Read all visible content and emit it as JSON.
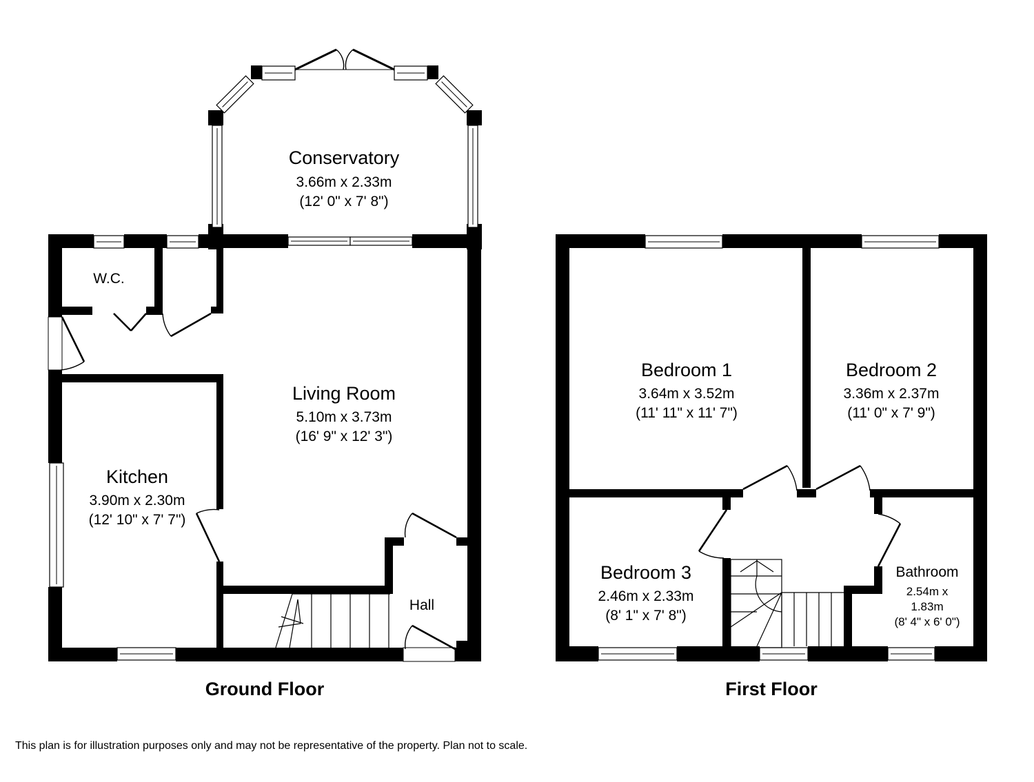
{
  "ground_floor": {
    "label": "Ground Floor",
    "conservatory": {
      "name": "Conservatory",
      "metric": "3.66m x 2.33m",
      "imperial": "(12' 0\" x 7' 8\")"
    },
    "wc": {
      "name": "W.C."
    },
    "living_room": {
      "name": "Living Room",
      "metric": "5.10m x 3.73m",
      "imperial": "(16' 9\" x 12' 3\")"
    },
    "kitchen": {
      "name": "Kitchen",
      "metric": "3.90m x 2.30m",
      "imperial": "(12' 10\" x 7' 7\")"
    },
    "hall": {
      "name": "Hall"
    }
  },
  "first_floor": {
    "label": "First Floor",
    "bedroom1": {
      "name": "Bedroom 1",
      "metric": "3.64m x 3.52m",
      "imperial": "(11' 11\" x 11' 7\")"
    },
    "bedroom2": {
      "name": "Bedroom 2",
      "metric": "3.36m x 2.37m",
      "imperial": "(11' 0\" x 7' 9\")"
    },
    "bedroom3": {
      "name": "Bedroom 3",
      "metric": "2.46m x 2.33m",
      "imperial": "(8' 1\" x 7' 8\")"
    },
    "bathroom": {
      "name": "Bathroom",
      "metric_line1": "2.54m x",
      "metric_line2": "1.83m",
      "imperial": "(8' 4\" x 6' 0\")"
    }
  },
  "disclaimer": "This plan is for illustration purposes only and may not be representative of the property. Plan not to scale."
}
